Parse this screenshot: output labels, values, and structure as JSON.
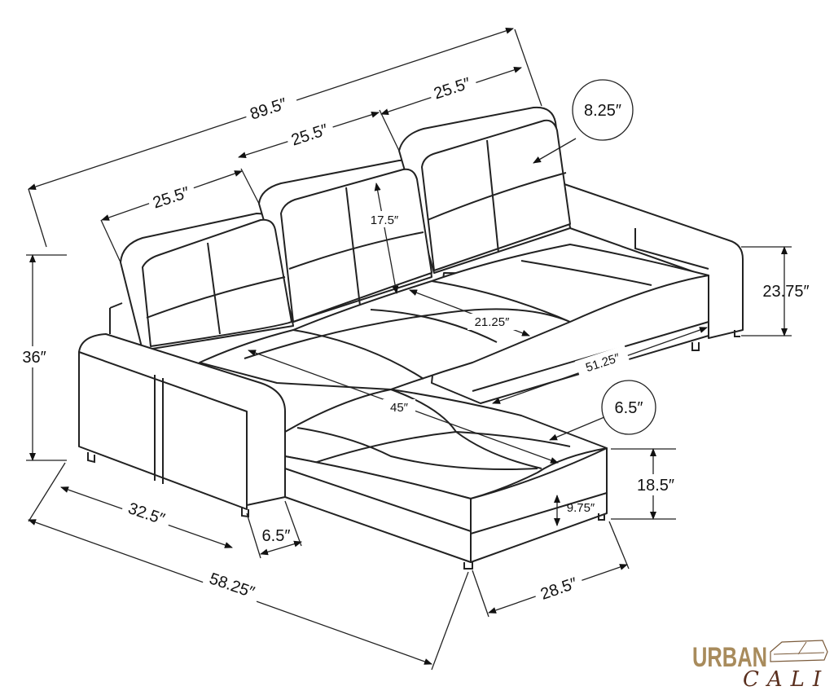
{
  "dimensions": {
    "total_width": "89.5″",
    "back_cushion_right": "25.5″",
    "back_cushion_middle": "25.5″",
    "back_cushion_left": "25.5″",
    "back_cushion_thickness": "8.25″",
    "back_cushion_height": "17.5″",
    "seat_depth": "21.25″",
    "sofa_seat_width": "51.25″",
    "chaise_seat_length": "45″",
    "seat_cushion_thickness": "6.5″",
    "arm_height": "23.75″",
    "total_height": "36″",
    "seat_height": "18.5″",
    "storage_height": "9.75″",
    "arm_length": "32.5″",
    "arm_width": "6.5″",
    "total_depth": "58.25″",
    "chaise_width": "28.5″"
  },
  "logo": {
    "line1": "URBAN",
    "line2": "CALI"
  },
  "colors": {
    "line": "#222222",
    "logo_gold": "#a88b5c",
    "logo_brown": "#5a2f1e"
  }
}
